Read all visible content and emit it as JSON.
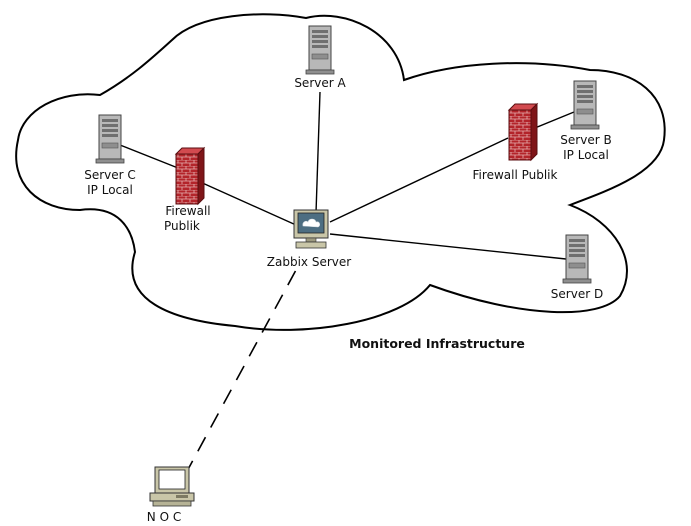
{
  "diagram": {
    "caption": "Monitored Infrastructure",
    "nodes": {
      "server_a": {
        "label": "Server A"
      },
      "server_b": {
        "label_line1": "Server B",
        "label_line2": "IP Local"
      },
      "server_c": {
        "label_line1": "Server C",
        "label_line2": "IP Local"
      },
      "server_d": {
        "label": "Server D"
      },
      "zabbix": {
        "label": "Zabbix Server"
      },
      "firewall_left": {
        "label_line1": "Firewall",
        "label_line2": "Publik"
      },
      "firewall_right": {
        "label": "Firewall Publik"
      },
      "noc": {
        "label": "N O C"
      }
    },
    "colors": {
      "firewall": "#b3242a",
      "server": "#b8b8b8",
      "monitor_screen": "#4d6e82"
    }
  }
}
